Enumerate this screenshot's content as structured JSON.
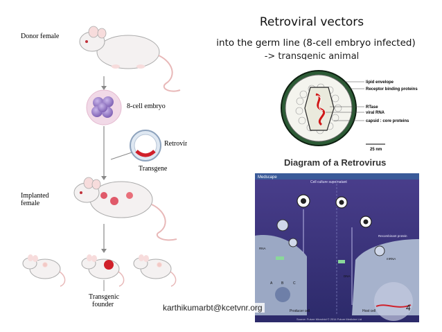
{
  "slide": {
    "title": "Retroviral vectors",
    "subtitle": "into the germ line (8-cell embryo infected)",
    "subtitle2": "-> transgenic animal",
    "footer": "karthikumarbt@kcetvnr.org",
    "page_number": "4"
  },
  "left_diagram": {
    "labels": {
      "donor": "Donor female",
      "embryo": "8-cell embryo",
      "retrovirus": "Retrovirus",
      "transgene": "Transgene",
      "implanted_line1": "Implanted",
      "implanted_line2": "female",
      "founder_line1": "Transgenic",
      "founder_line2": "founder"
    },
    "colors": {
      "embryo": "#9b7fc9",
      "transgene": "#d0202a",
      "mouse": "#f3f0f0"
    }
  },
  "retrovirus_diagram": {
    "caption": "Diagram of a Retrovirus",
    "labels": [
      "lipid envelope",
      "Receptor binding proteins",
      "RTase",
      "viral RNA",
      "capsid : core proteins"
    ],
    "scale": "25 nm"
  },
  "medscape_panel": {
    "header": "Medscape",
    "top_label": "Cell culture supernatant",
    "recombinant_label": "Recombinant protein",
    "producer_label": "Producer cell",
    "host_label": "Host cell",
    "labels": {
      "rna": "RNA",
      "dna": "DNA",
      "mrna": "mRNA",
      "a": "A",
      "b": "B",
      "c": "C"
    },
    "source": "Source: Future Microbiol © 2014 Future Medicine Ltd"
  }
}
